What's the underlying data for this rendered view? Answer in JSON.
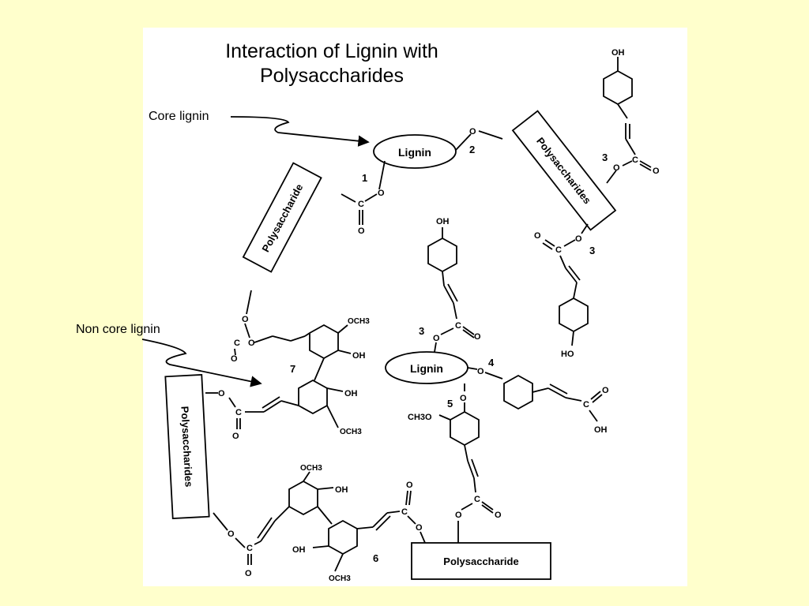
{
  "slide": {
    "title_line1": "Interaction of Lignin with",
    "title_line2": "Polysaccharides",
    "background_color": "#ffffcc",
    "panel_color": "#ffffff"
  },
  "callouts": {
    "core_lignin": "Core lignin",
    "non_core_lignin": "Non core lignin"
  },
  "diagram": {
    "lignin_label": "Lignin",
    "polysaccharide_label": "Polysaccharide",
    "polysaccharides_label": "Polysaccharides",
    "polysaccharide_bottom_label": "Polysaccharide",
    "linkage_numbers": [
      "1",
      "2",
      "3",
      "3",
      "3",
      "4",
      "5",
      "6",
      "7"
    ],
    "atoms": {
      "oh": "OH",
      "ho": "HO",
      "o": "O",
      "c": "C",
      "och3": "OCH3",
      "ch3o": "CH3O"
    }
  }
}
